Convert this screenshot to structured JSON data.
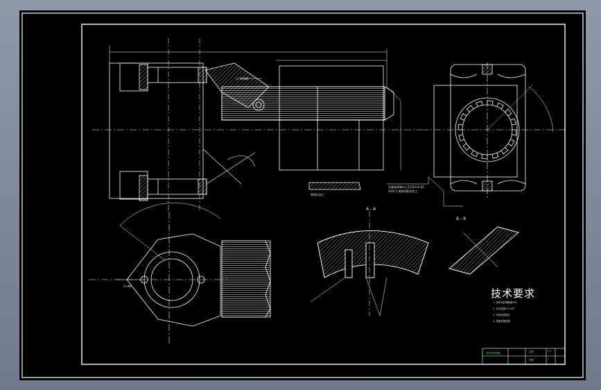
{
  "drawing": {
    "tech_req_title": "技术要求",
    "tech_req_notes": [
      "1. 零件热处理硬度HRC",
      "2. 未注倒角0.5×45°",
      "3. 去除毛刺锐边",
      "4. 表面发黑处理"
    ],
    "section_labels": {
      "a_a": "A - A",
      "b_b": "B - B"
    },
    "callouts": {
      "spline_note": "花键轴两端中心孔GB145-85",
      "spline_note_2": "A4/8.5 按图纸要求加工",
      "weld_note": "焊接后加工",
      "hole_note": "2×M6深8",
      "side_note": "2×Φ8"
    },
    "title_block": {
      "part_name": "万向节传动轴",
      "scale_label": "比例",
      "scale_value": "1:1",
      "qty_label": "件数",
      "qty_value": "1"
    },
    "colors": {
      "line": "#ffffff",
      "green_text": "#3cff3c",
      "background": "#000000"
    }
  }
}
